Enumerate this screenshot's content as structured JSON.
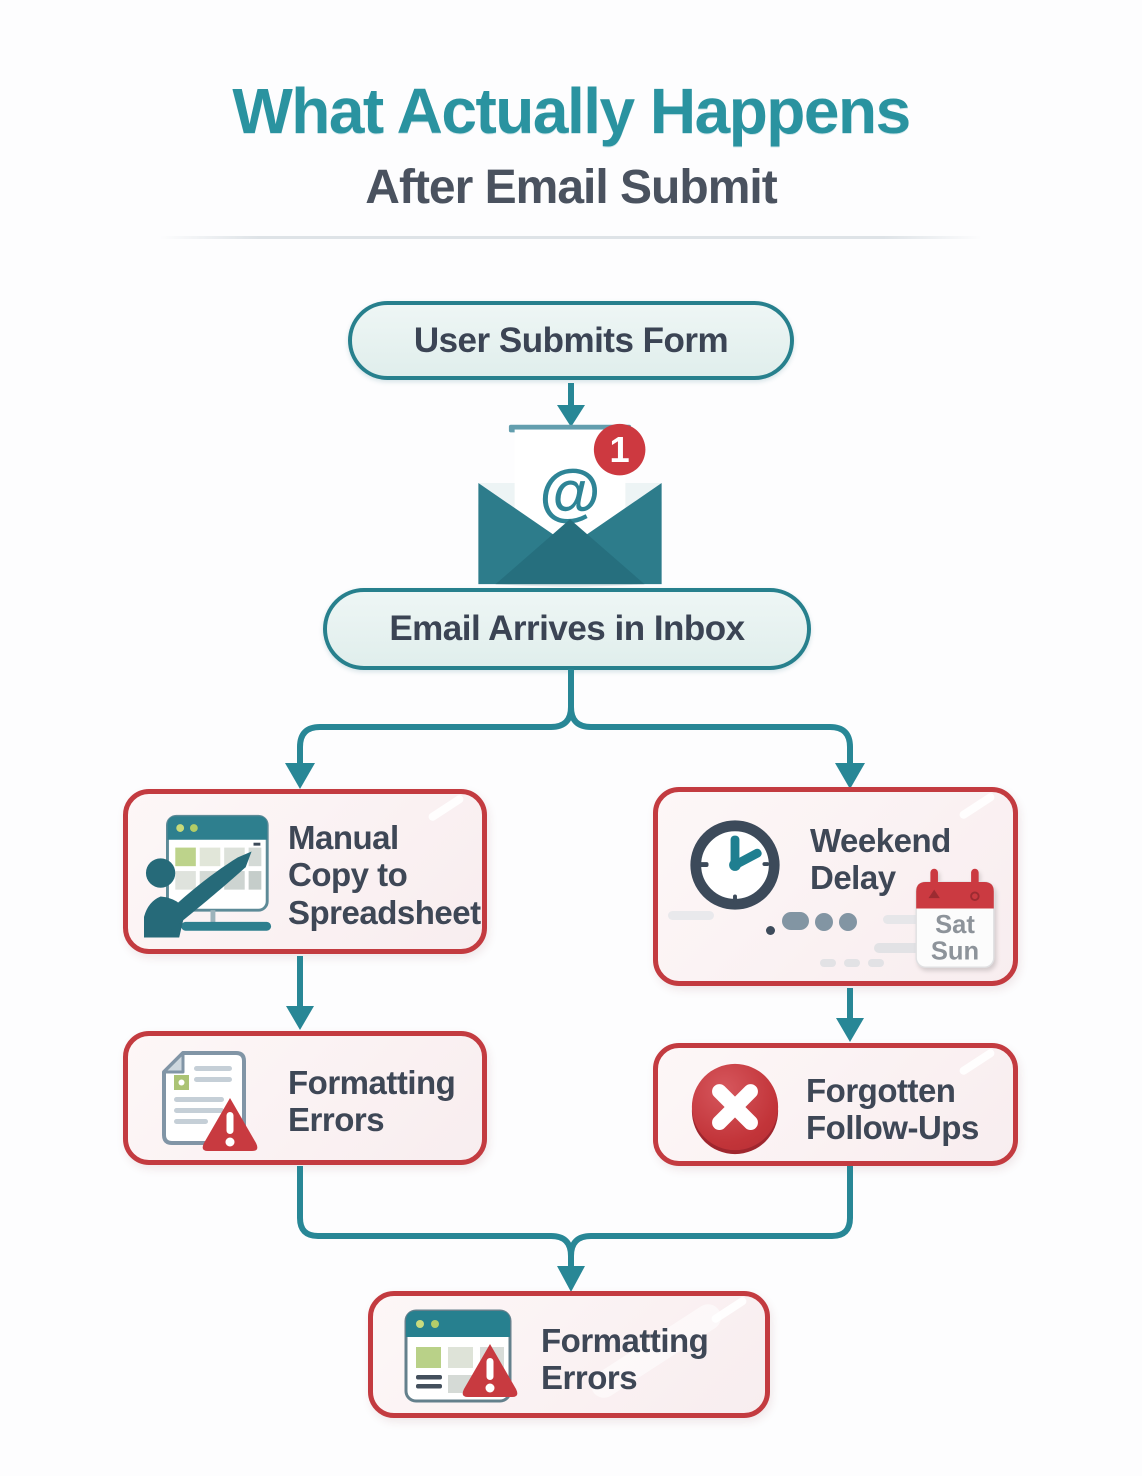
{
  "title": {
    "line1": "What Actually Happens",
    "line2": "After Email Submit"
  },
  "nodes": {
    "user_submits_form": {
      "label": "User Submits Form"
    },
    "email_arrives": {
      "label": "Email Arrives in Inbox"
    },
    "manual_copy": {
      "label_lines": [
        "Manual",
        "Copy to",
        "Spreadsheet"
      ]
    },
    "weekend_delay": {
      "label_lines": [
        "Weekend",
        "Delay"
      ]
    },
    "formatting_errors": {
      "label_lines": [
        "Formatting",
        "Errors"
      ]
    },
    "forgotten_followups": {
      "label_lines": [
        "Forgotten",
        "Follow-Ups"
      ]
    },
    "final_formatting_errors": {
      "label_lines": [
        "Formatting",
        "Errors"
      ]
    }
  },
  "email_icon": {
    "at_symbol": "@",
    "unread_badge": "1"
  },
  "calendar": {
    "day_top": "Sat",
    "day_bottom": "Sun"
  },
  "edges": [
    "User Submits Form -> Email Arrives in Inbox",
    "Email Arrives in Inbox -> Manual Copy to Spreadsheet",
    "Email Arrives in Inbox -> Weekend Delay",
    "Manual Copy to Spreadsheet -> Formatting Errors",
    "Weekend Delay -> Forgotten Follow-Ups",
    "Formatting Errors -> Formatting Errors (final)",
    "Forgotten Follow-Ups -> Formatting Errors (final)"
  ],
  "icons": {
    "envelope": "open-envelope-with-at-paper-and-unread-badge",
    "spreadsheet_person": "person-copying-into-spreadsheet-window",
    "clock": "analog-clock",
    "calendar": "weekend-calendar",
    "document_warning": "document-with-warning-triangle",
    "x_circle": "red-x-circle",
    "browser_warning": "spreadsheet-window-with-warning-triangle"
  },
  "colors": {
    "title_teal": "#2a93a0",
    "slate_text": "#3e4756",
    "flow_teal": "#288796",
    "pill_border": "#27808d",
    "pill_fill": "#e7f2f1",
    "alert_border": "#c33b40",
    "alert_fill": "#fbf2f3",
    "badge_red": "#cd3940",
    "envelope_teal": "#2d7c8b"
  }
}
